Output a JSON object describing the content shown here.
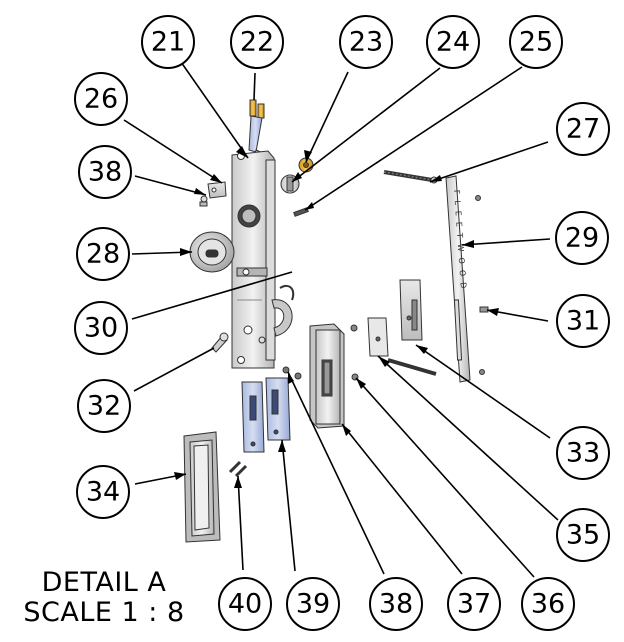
{
  "diagram": {
    "detail_label": "DETAIL A",
    "scale_label": "SCALE 1 : 8",
    "plate_text": "FLEETWOOD",
    "balloons": [
      {
        "id": "b21",
        "label": "21"
      },
      {
        "id": "b22",
        "label": "22"
      },
      {
        "id": "b23",
        "label": "23"
      },
      {
        "id": "b24",
        "label": "24"
      },
      {
        "id": "b25",
        "label": "25"
      },
      {
        "id": "b26",
        "label": "26"
      },
      {
        "id": "b27",
        "label": "27"
      },
      {
        "id": "b38a",
        "label": "38"
      },
      {
        "id": "b28",
        "label": "28"
      },
      {
        "id": "b29",
        "label": "29"
      },
      {
        "id": "b30",
        "label": "30"
      },
      {
        "id": "b31",
        "label": "31"
      },
      {
        "id": "b32",
        "label": "32"
      },
      {
        "id": "b33",
        "label": "33"
      },
      {
        "id": "b34",
        "label": "34"
      },
      {
        "id": "b35",
        "label": "35"
      },
      {
        "id": "b40",
        "label": "40"
      },
      {
        "id": "b39",
        "label": "39"
      },
      {
        "id": "b38b",
        "label": "38"
      },
      {
        "id": "b37",
        "label": "37"
      },
      {
        "id": "b36",
        "label": "36"
      }
    ]
  }
}
